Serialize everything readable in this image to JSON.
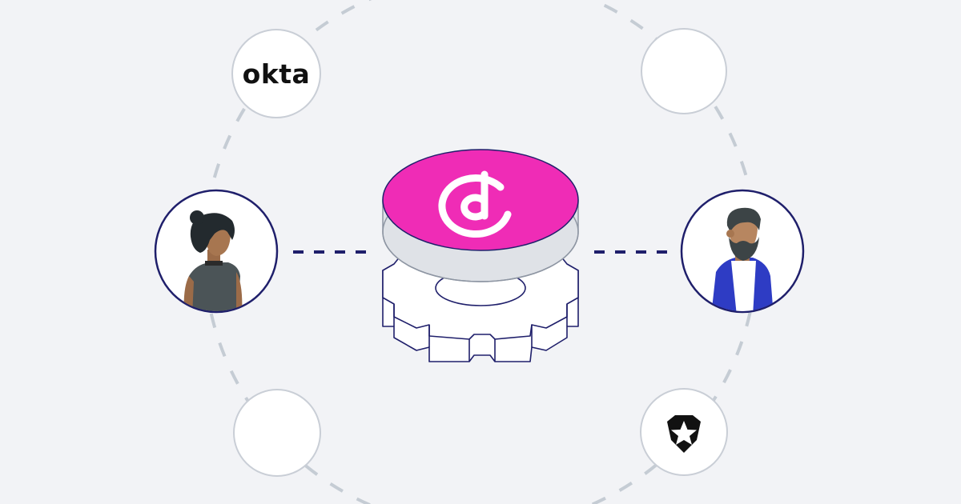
{
  "colors": {
    "background": "#f2f3f6",
    "ring_dash": "#c5ccd4",
    "node_fill": "#ffffff",
    "node_stroke": "#c9ced6",
    "user_ring": "#1f1f6b",
    "link_dash": "#1f1f6b",
    "brand_pink": "#ef2cb6",
    "gear_stroke": "#1f1f6b"
  },
  "logos": {
    "okta_wordmark": "okta",
    "center_brand_icon": "descope-d-logo-icon",
    "shield_icon": "auth0-star-shield-icon"
  },
  "people": {
    "left": "woman-user-avatar",
    "right": "bearded-man-user-avatar"
  }
}
